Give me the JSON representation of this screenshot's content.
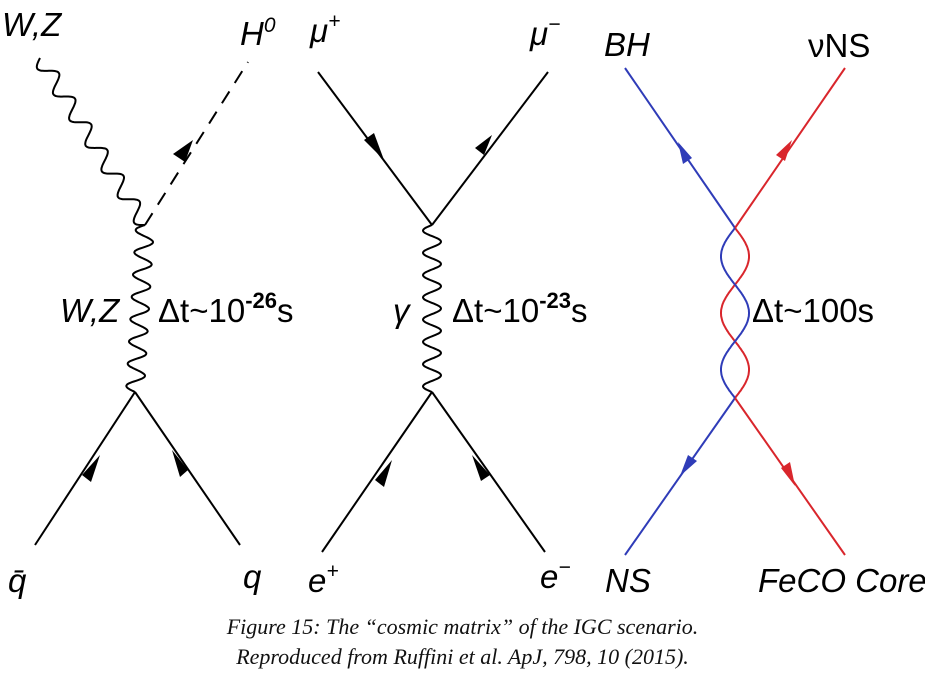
{
  "colors": {
    "black": "#000000",
    "blue": "#2f3cb8",
    "red": "#d9262c"
  },
  "diagram_1": {
    "top_left": "W,Z",
    "top_right_base": "H",
    "top_right_sup": "0",
    "mid_label": "W,Z",
    "dt_prefix": "Δt~10",
    "dt_exp": "-26",
    "dt_unit": "s",
    "bottom_left": "q̄",
    "bottom_right": "q"
  },
  "diagram_2": {
    "top_left_base": "μ",
    "top_left_sup": "+",
    "top_right_base": "μ",
    "top_right_sup": "−",
    "mid_label": "γ",
    "dt_prefix": "Δt~10",
    "dt_exp": "-23",
    "dt_unit": "s",
    "bottom_left_base": "e",
    "bottom_left_sup": "+",
    "bottom_right_base": "e",
    "bottom_right_sup": "−"
  },
  "diagram_3": {
    "top_left": "BH",
    "top_right": "νNS",
    "dt": "Δt~100s",
    "bottom_left": "NS",
    "bottom_right": "FeCO Core"
  },
  "caption": {
    "line1": "Figure 15: The “cosmic matrix” of the IGC scenario.",
    "line2": "Reproduced from Ruffini et al. ApJ, 798, 10 (2015)."
  }
}
